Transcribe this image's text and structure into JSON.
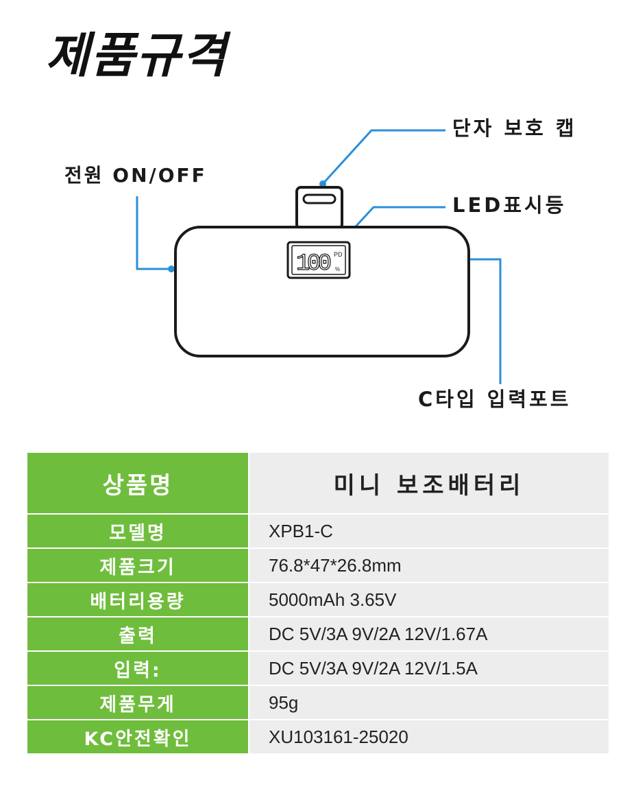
{
  "page": {
    "title": "제품규격",
    "accent_color": "#6fbd3c",
    "line_color": "#2a8fd8"
  },
  "diagram": {
    "display_text": "100",
    "display_unit": "PD",
    "display_percent": "%",
    "callouts": {
      "cap": "단자 보호 캡",
      "power": "전원 ON/OFF",
      "led": "LED표시등",
      "port": "C타입 입력포트"
    }
  },
  "spec": {
    "header": {
      "label": "상품명",
      "value": "미니 보조배터리"
    },
    "rows": [
      {
        "label": "모델명",
        "value": "XPB1-C"
      },
      {
        "label": "제품크기",
        "value": "76.8*47*26.8mm"
      },
      {
        "label": "배터리용량",
        "value": "5000mAh 3.65V"
      },
      {
        "label": "출력",
        "value": "DC 5V/3A 9V/2A 12V/1.67A"
      },
      {
        "label": "입력:",
        "value": "DC 5V/3A 9V/2A 12V/1.5A"
      },
      {
        "label": "제품무게",
        "value": "95g"
      },
      {
        "label": "KC안전확인",
        "value": "XU103161-25020"
      }
    ]
  }
}
